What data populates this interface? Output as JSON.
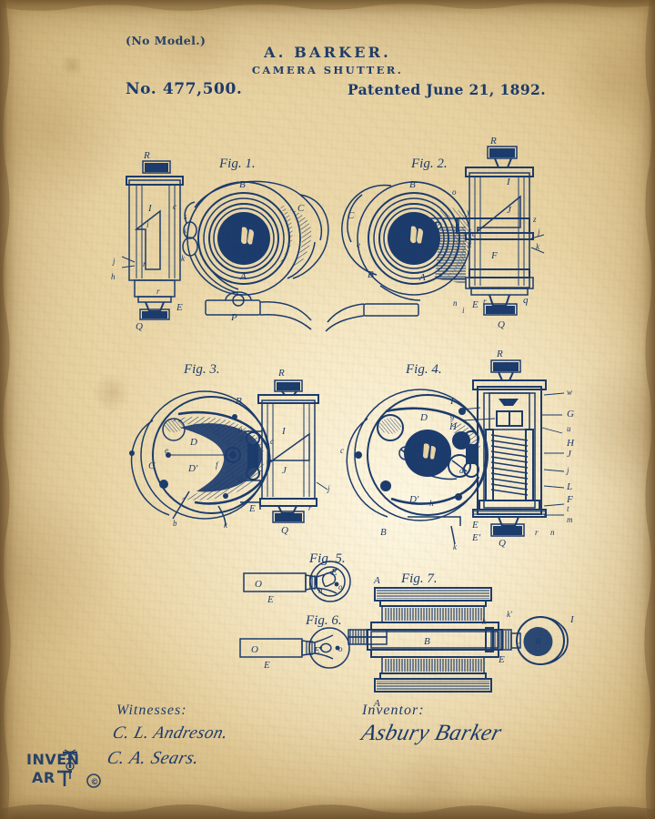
{
  "document": {
    "kind": "patent-drawing",
    "no_model": "(No Model.)",
    "inventor_name_header": "A. BARKER.",
    "title": "CAMERA SHUTTER.",
    "patent_number": "No. 477,500.",
    "patent_date": "Patented June 21, 1892.",
    "ink_color": "#1c3c6e",
    "paper_color": "#e7d2a2"
  },
  "figures": [
    {
      "id": "fig1",
      "title": "Fig. 1.",
      "refs": [
        "R",
        "I",
        "i",
        "r",
        "j",
        "h",
        "r",
        "Q",
        "B",
        "C",
        "c",
        "s",
        "k",
        "k",
        "A",
        "E",
        "P"
      ]
    },
    {
      "id": "fig2",
      "title": "Fig. 2.",
      "refs": [
        "R",
        "B",
        "C",
        "e",
        "B",
        "A",
        "o",
        "y",
        "o",
        "I",
        "J",
        "z",
        "j",
        "k",
        "c",
        "k",
        "n",
        "i",
        "E",
        "r",
        "q",
        "Q",
        "F"
      ]
    },
    {
      "id": "fig3",
      "title": "Fig. 3.",
      "refs": [
        "B",
        "R",
        "D",
        "d",
        "I",
        "c",
        "e",
        "C",
        "D'",
        "f",
        "g",
        "J",
        "b",
        "E",
        "k",
        "Q",
        "r",
        "j",
        "a",
        "d"
      ]
    },
    {
      "id": "fig4",
      "title": "Fig. 4.",
      "refs": [
        "R",
        "w",
        "I",
        "g",
        "G",
        "H",
        "u",
        "H",
        "J",
        "j",
        "L",
        "F",
        "t",
        "m",
        "n",
        "r",
        "E",
        "E'",
        "Q",
        "k",
        "B",
        "D",
        "D'",
        "h",
        "a",
        "d",
        "c"
      ]
    },
    {
      "id": "fig5",
      "title": "Fig. 5.",
      "refs": [
        "O",
        "E",
        "E",
        "n",
        "o"
      ]
    },
    {
      "id": "fig6",
      "title": "Fig. 6.",
      "refs": [
        "O",
        "E",
        "E'",
        "o"
      ]
    },
    {
      "id": "fig7",
      "title": "Fig. 7.",
      "refs": [
        "A",
        "B",
        "A",
        "k",
        "k'",
        "c",
        "E",
        "R",
        "I"
      ]
    }
  ],
  "signatures": {
    "witness_label": "Witnesses:",
    "witness_1": "C. L. Andreson.",
    "witness_2": "C. A. Sears.",
    "inventor_label": "Inventor:",
    "inventor_signature": "Asbury Barker"
  },
  "watermark": {
    "line1": "INVEN",
    "line2": "AR",
    "copyright": "©"
  }
}
